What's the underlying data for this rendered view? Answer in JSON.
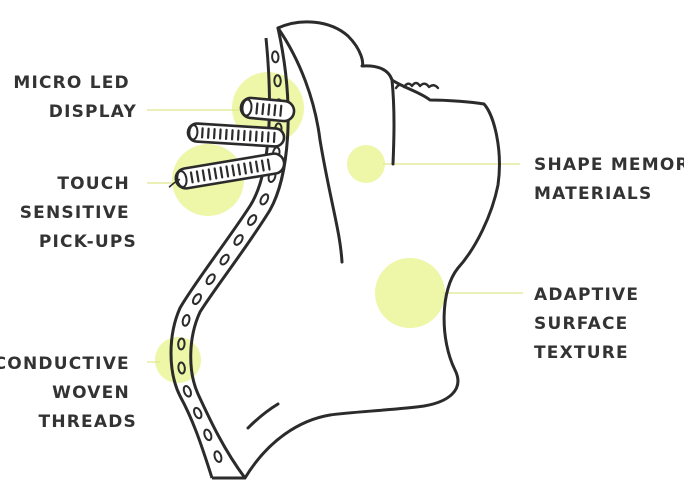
{
  "colors": {
    "highlight": "#eef6a8",
    "line": "#2b2b2b",
    "leader": "#dfe88a",
    "text": "#333333"
  },
  "labels": {
    "micro_led": [
      "MICRO LED",
      "DISPLAY"
    ],
    "touch": [
      "TOUCH",
      "SENSITIVE",
      "PICK-UPS"
    ],
    "conductive": [
      "CONDUCTIVE",
      "WOVEN",
      "THREADS"
    ],
    "shape_memory": [
      "SHAPE MEMORY",
      "MATERIALS"
    ],
    "adaptive": [
      "ADAPTIVE",
      "SURFACE",
      "TEXTURE"
    ]
  }
}
